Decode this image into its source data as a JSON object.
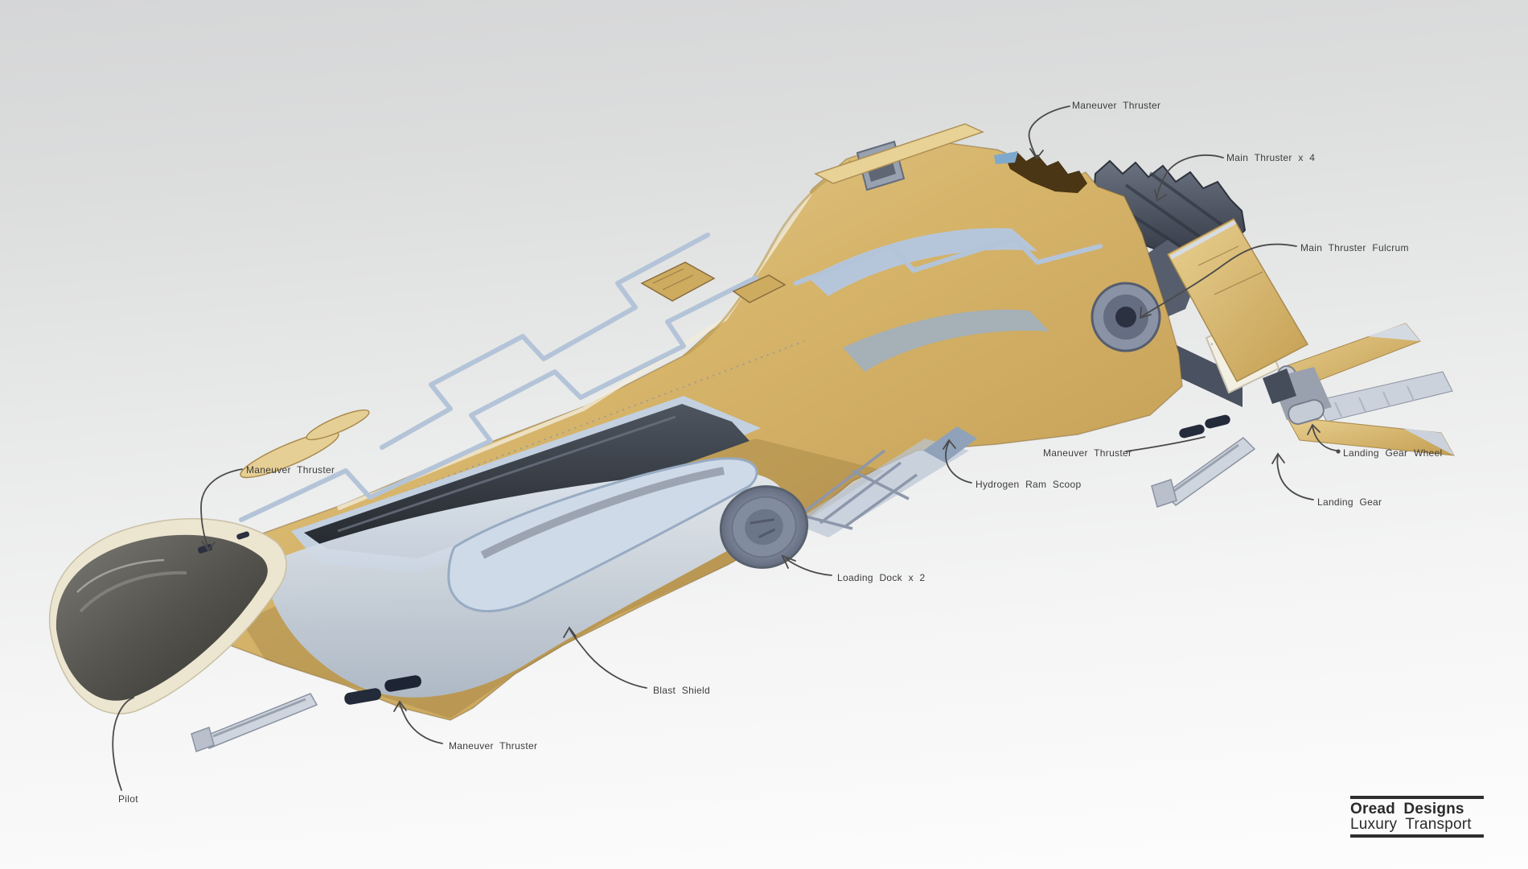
{
  "page": {
    "type": "concept-art-sheet",
    "subject": "Golden luxury transport spaceship concept drawing with annotated part callouts"
  },
  "background": {
    "top_color": "#d5d6d7",
    "bottom_color": "#fdfdfd"
  },
  "ship": {
    "hull_color": "#d4b267",
    "hull_shadow_color": "#a9853f",
    "hull_highlight_color": "#ecd9a2",
    "panel_trim_color": "#b4c4d8",
    "canopy_color": "#45453f",
    "trim_cream_color": "#ece5d0",
    "belly_color": "#c3cfdf",
    "window_color": "#2b3037",
    "engine_color": "#4a515e",
    "pod_color": "#232a3a",
    "landing_gear_color": "#ced5df",
    "annotation_text_color": "#3c3c3c",
    "leader_line_color": "#4a4a4a"
  },
  "annotations": [
    {
      "id": "maneuver-thruster-top",
      "label": "Maneuver Thruster"
    },
    {
      "id": "main-thruster",
      "label": "Main Thruster x 4"
    },
    {
      "id": "main-thruster-fulcrum",
      "label": "Main Thruster Fulcrum"
    },
    {
      "id": "maneuver-thruster-right",
      "label": "Maneuver Thruster"
    },
    {
      "id": "hydrogen-ram-scoop",
      "label": "Hydrogen Ram Scoop"
    },
    {
      "id": "landing-gear-wheel",
      "label": "Landing Gear Wheel"
    },
    {
      "id": "landing-gear",
      "label": "Landing Gear"
    },
    {
      "id": "loading-dock",
      "label": "Loading Dock x 2"
    },
    {
      "id": "maneuver-thruster-left",
      "label": "Maneuver Thruster"
    },
    {
      "id": "blast-shield",
      "label": "Blast Shield"
    },
    {
      "id": "maneuver-thruster-bottom",
      "label": "Maneuver Thruster"
    },
    {
      "id": "pilot",
      "label": "Pilot"
    }
  ],
  "logo": {
    "line1": "Oread Designs",
    "line2": "Luxury Transport"
  }
}
